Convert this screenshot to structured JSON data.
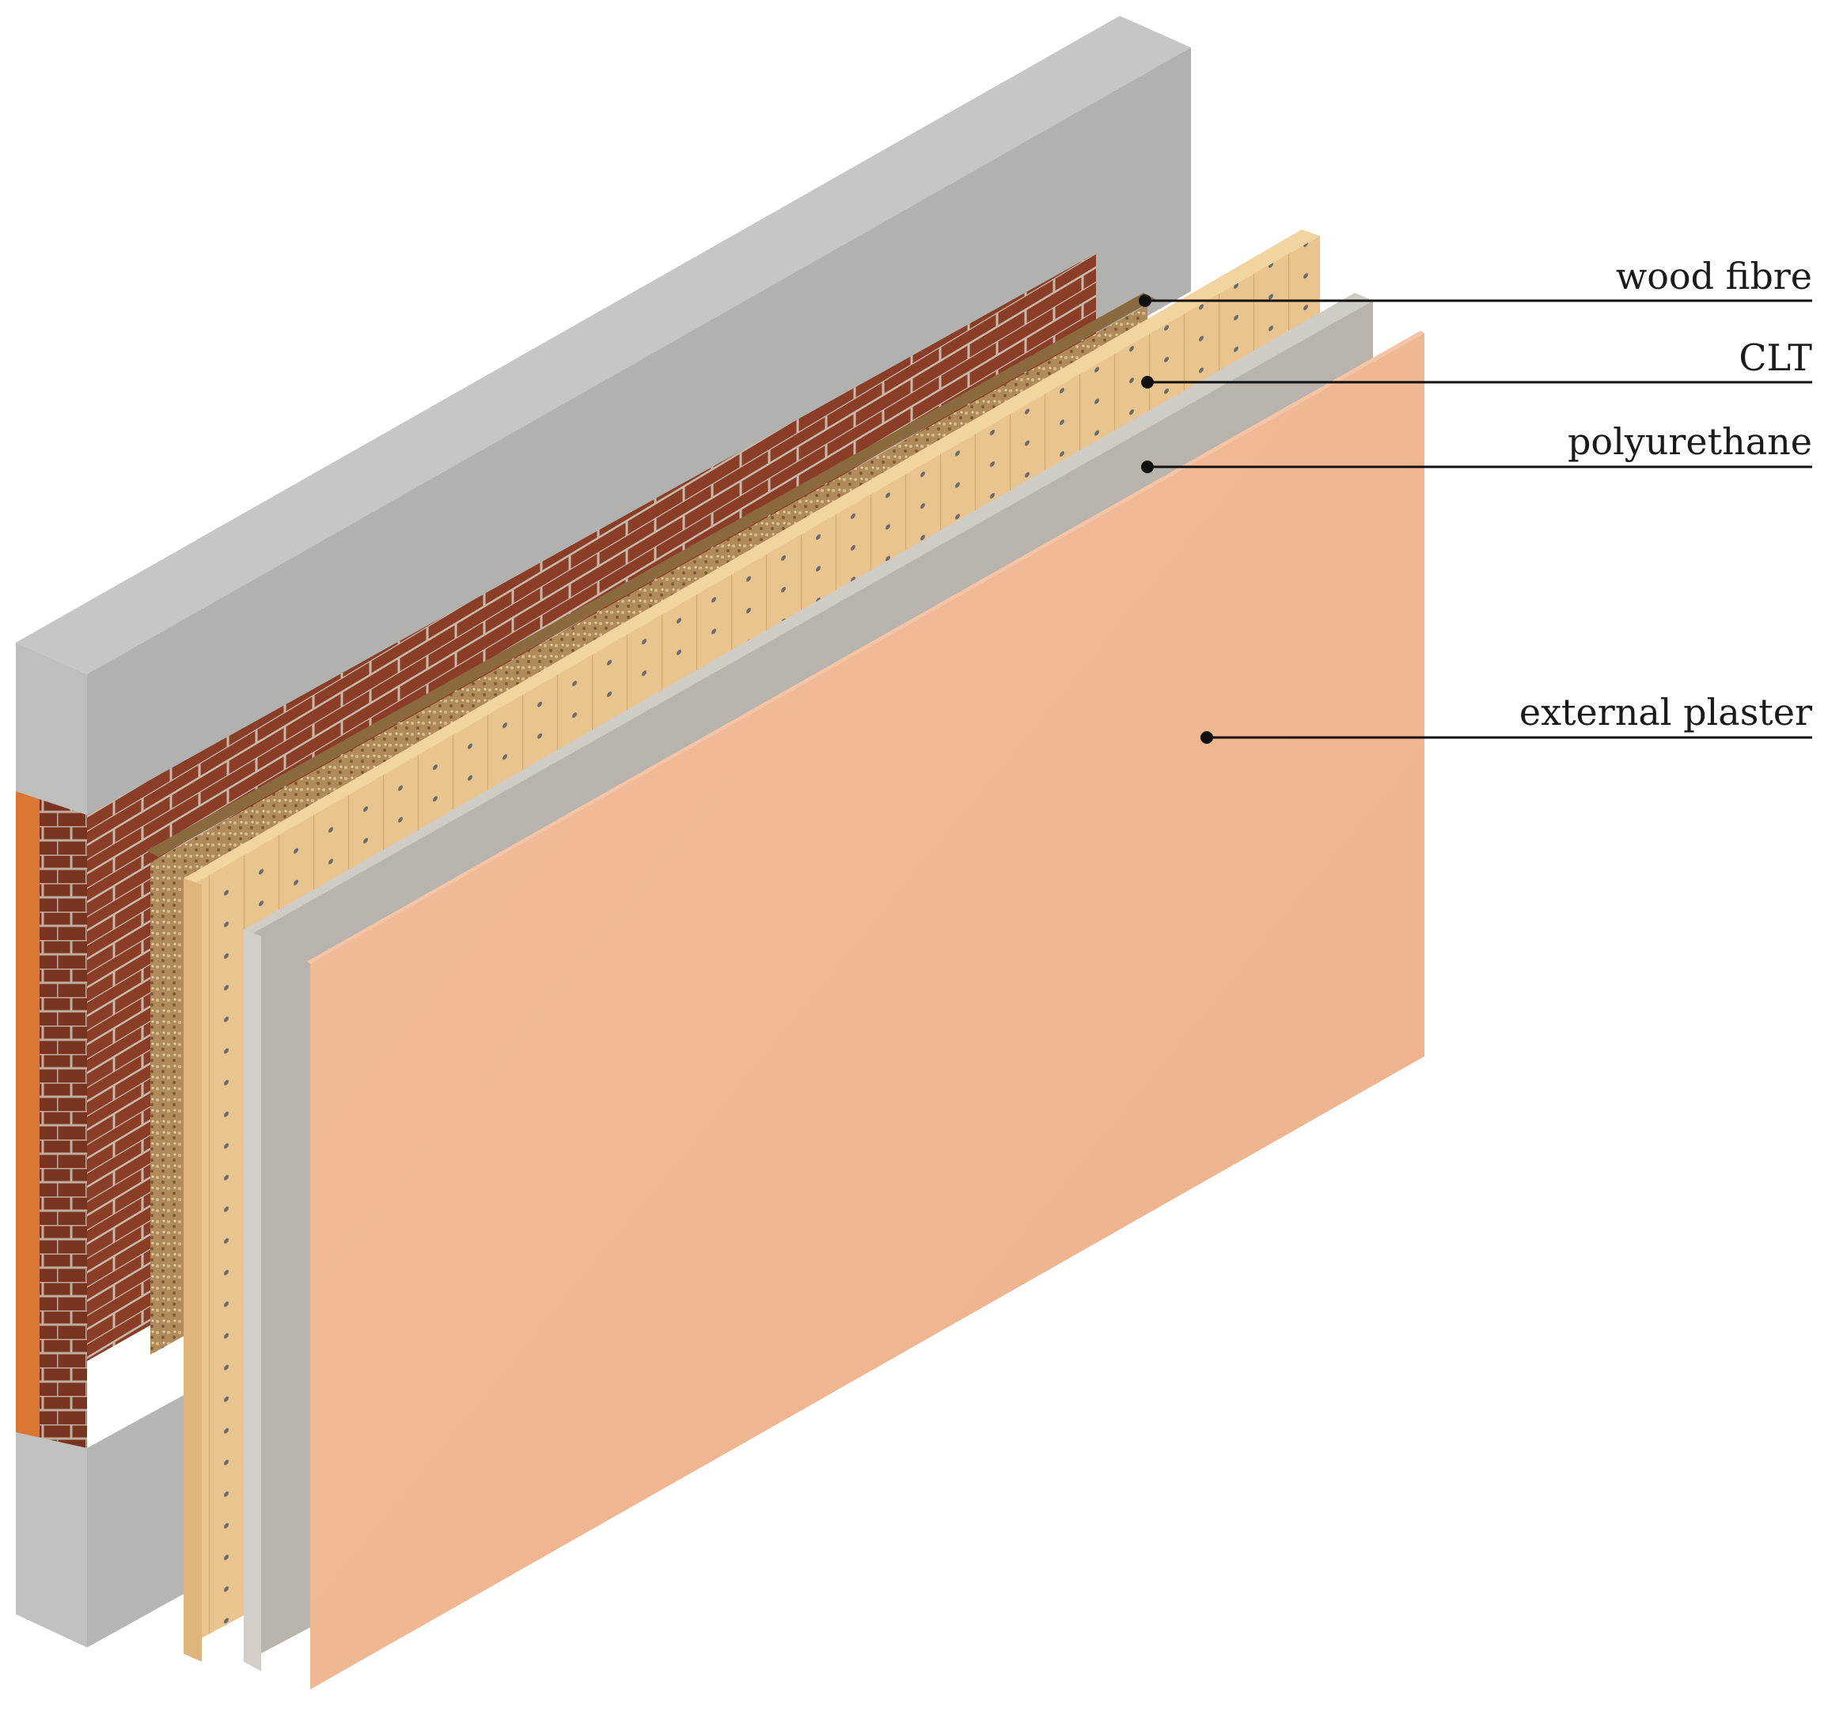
{
  "diagram": {
    "labels": {
      "wood_fibre": "wood fibre",
      "clt": "CLT",
      "polyurethane": "polyurethane",
      "external_plaster": "external plaster"
    },
    "colors": {
      "concrete_top": "#b9bab7",
      "concrete_face": "#a9aaa7",
      "concrete_side": "#c6c7c4",
      "brick": "#8a3d27",
      "brick_mortar": "#c9b8a8",
      "brick_edge": "#d9762f",
      "wood_fibre": "#b08a5a",
      "clt": "#e9c48e",
      "clt_edge": "#f2d4a0",
      "polyurethane": "#b7b3ac",
      "polyurethane_edge": "#cfccc6",
      "plaster": "#f0b894",
      "plaster_edge": "#f4c4a4",
      "leader": "#111111"
    }
  }
}
